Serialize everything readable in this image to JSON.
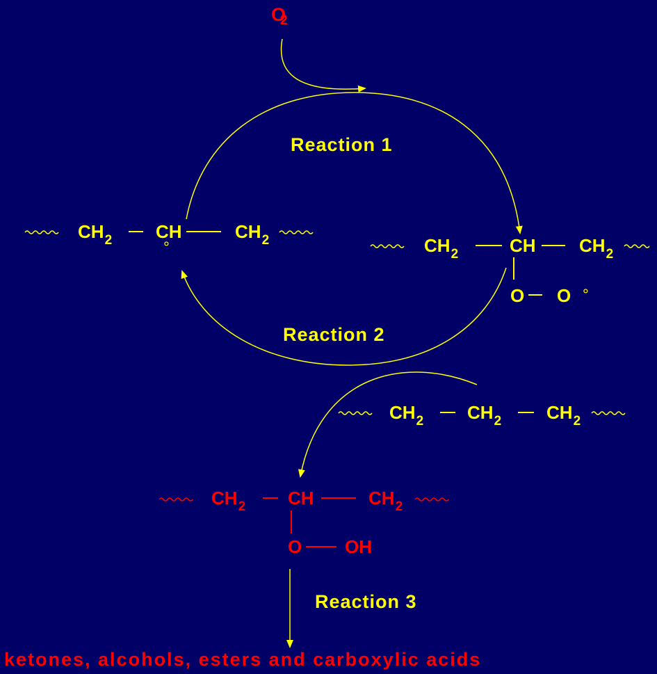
{
  "colors": {
    "background": "#000066",
    "primary": "#ffff00",
    "highlight": "#ff0000"
  },
  "oxygen": {
    "symbol": "O",
    "subscript": "2"
  },
  "reactions": {
    "r1": "Reaction 1",
    "r2": "Reaction 2",
    "r3": "Reaction 3"
  },
  "alkyl_radical": {
    "ch2_left": "CH",
    "ch2_left_sub": "2",
    "ch": "CH",
    "radical": "°",
    "ch2_right": "CH",
    "ch2_right_sub": "2"
  },
  "peroxy_radical": {
    "ch2_left": "CH",
    "ch2_left_sub": "2",
    "ch": "CH",
    "ch2_right": "CH",
    "ch2_right_sub": "2",
    "o1": "O",
    "o2": "O",
    "radical": "°"
  },
  "polymer_chain": {
    "ch2_a": "CH",
    "ch2_a_sub": "2",
    "ch2_b": "CH",
    "ch2_b_sub": "2",
    "ch2_c": "CH",
    "ch2_c_sub": "2"
  },
  "hydroperoxide": {
    "ch2_left": "CH",
    "ch2_left_sub": "2",
    "ch": "CH",
    "ch2_right": "CH",
    "ch2_right_sub": "2",
    "o": "O",
    "oh": "OH"
  },
  "products": "ketones, alcohols, esters and carboxylic acids"
}
